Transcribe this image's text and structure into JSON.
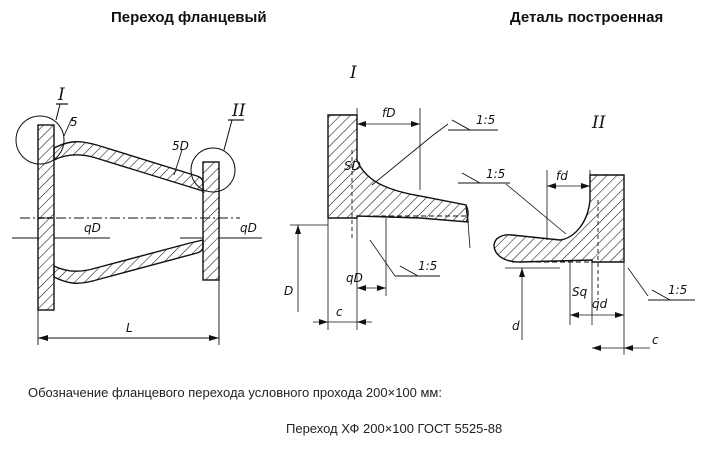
{
  "headings": {
    "left": "Переход фланцевый",
    "right": "Деталь построенная"
  },
  "labels": {
    "detail_1": "I",
    "detail_2": "II",
    "sp_small": "5",
    "sp_d": "5D",
    "q_left": "qD",
    "q_right": "qD",
    "length": "L",
    "fd_1": "fD",
    "ratio_1a": "1:5",
    "s_d_vert": "SD",
    "diam_d": "D",
    "q_d_1": "qD",
    "ratio_1b": "1:5",
    "c_1": "c",
    "ratio_2a": "1:5",
    "fd_2": "fd",
    "s_q": "Sq",
    "q_d_2": "qd",
    "d_small": "d",
    "ratio_2b": "1:5",
    "c_2": "c"
  },
  "notes": {
    "designation": "Обозначение фланцевого перехода условного прохода 200×100 мм:",
    "example": "Переход ХФ 200×100 ГОСТ 5525-88"
  }
}
